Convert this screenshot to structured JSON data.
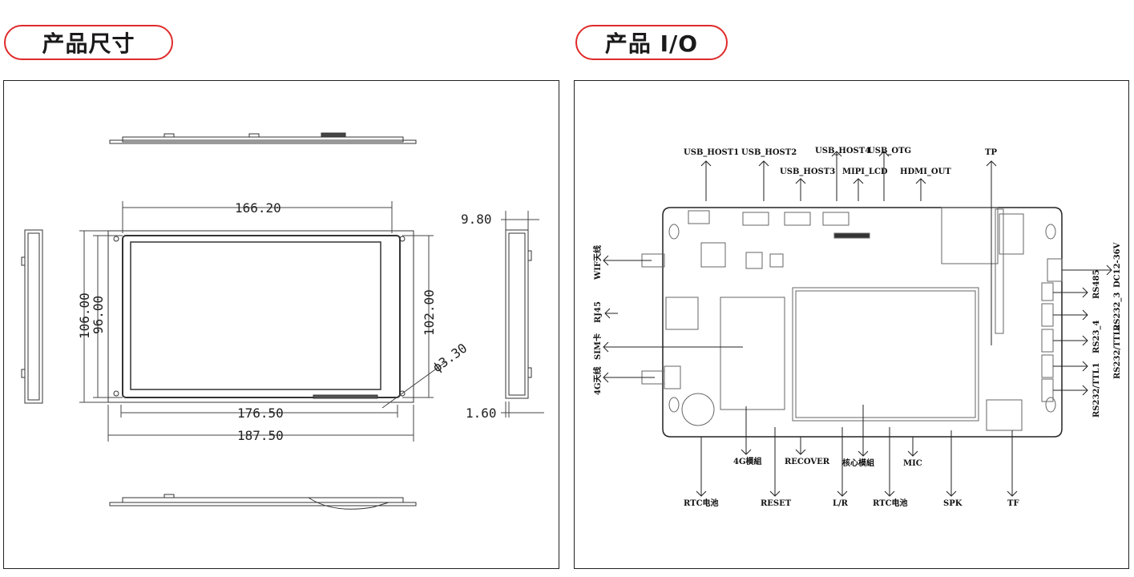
{
  "headers": {
    "left": "产品尺寸",
    "right": "产品 I/O"
  },
  "dimensions": {
    "width_inner": "166.20",
    "width_mid": "176.50",
    "width_outer": "187.50",
    "height_outer": "106.00",
    "height_inner": "96.00",
    "height_right": "102.00",
    "hole": "ϕ3.30",
    "depth": "9.80",
    "thickness": "1.60"
  },
  "io_labels": {
    "usb_host1": "USB_HOST1",
    "usb_host2": "USB_HOST2",
    "usb_host3": "USB_HOST3",
    "usb_host4": "USB_HOST4",
    "usb_otg": "USB_OTG",
    "mipi_lcd": "MIPI_LCD",
    "hdmi_out": "HDMI_OUT",
    "tp": "TP",
    "wifi": "WIF天线",
    "rj45": "RJ45",
    "sim": "SIM卡",
    "ant4g": "4G天线",
    "dc": "DC12-36V",
    "rs485": "RS485",
    "rs232_3": "RS232_3",
    "rs232_4": "RS23_4",
    "rs232_ttl2": "RS232/TTL2",
    "rs232_ttl1": "RS232/TTL1",
    "mod4g": "4G模組",
    "recover": "RECOVER",
    "core": "核心模組",
    "mic": "MIC",
    "rtc_batt_left": "RTC电池",
    "reset": "RESET",
    "lr": "L/R",
    "rtc_batt_right": "RTC电池",
    "spk": "SPK",
    "tf": "TF"
  }
}
